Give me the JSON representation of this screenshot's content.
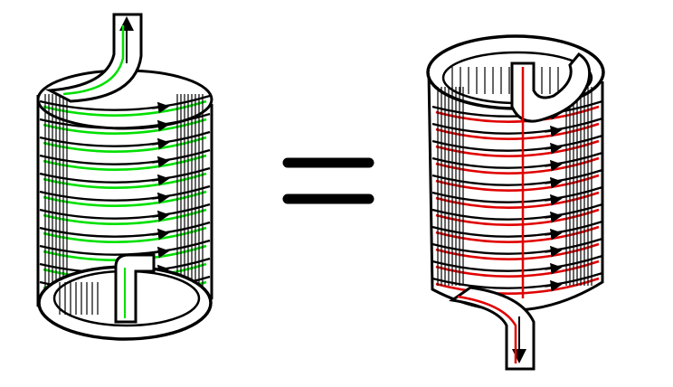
{
  "colors": {
    "background": "#ffffff",
    "ink": "#000000",
    "left_coil_highlight": "#00e000",
    "right_coil_highlight": "#e00000"
  },
  "left_coil": {
    "lead": "top",
    "highlight": "green"
  },
  "right_coil": {
    "lead": "bottom",
    "highlight": "red"
  },
  "equals_sign": {
    "bars": 2
  }
}
